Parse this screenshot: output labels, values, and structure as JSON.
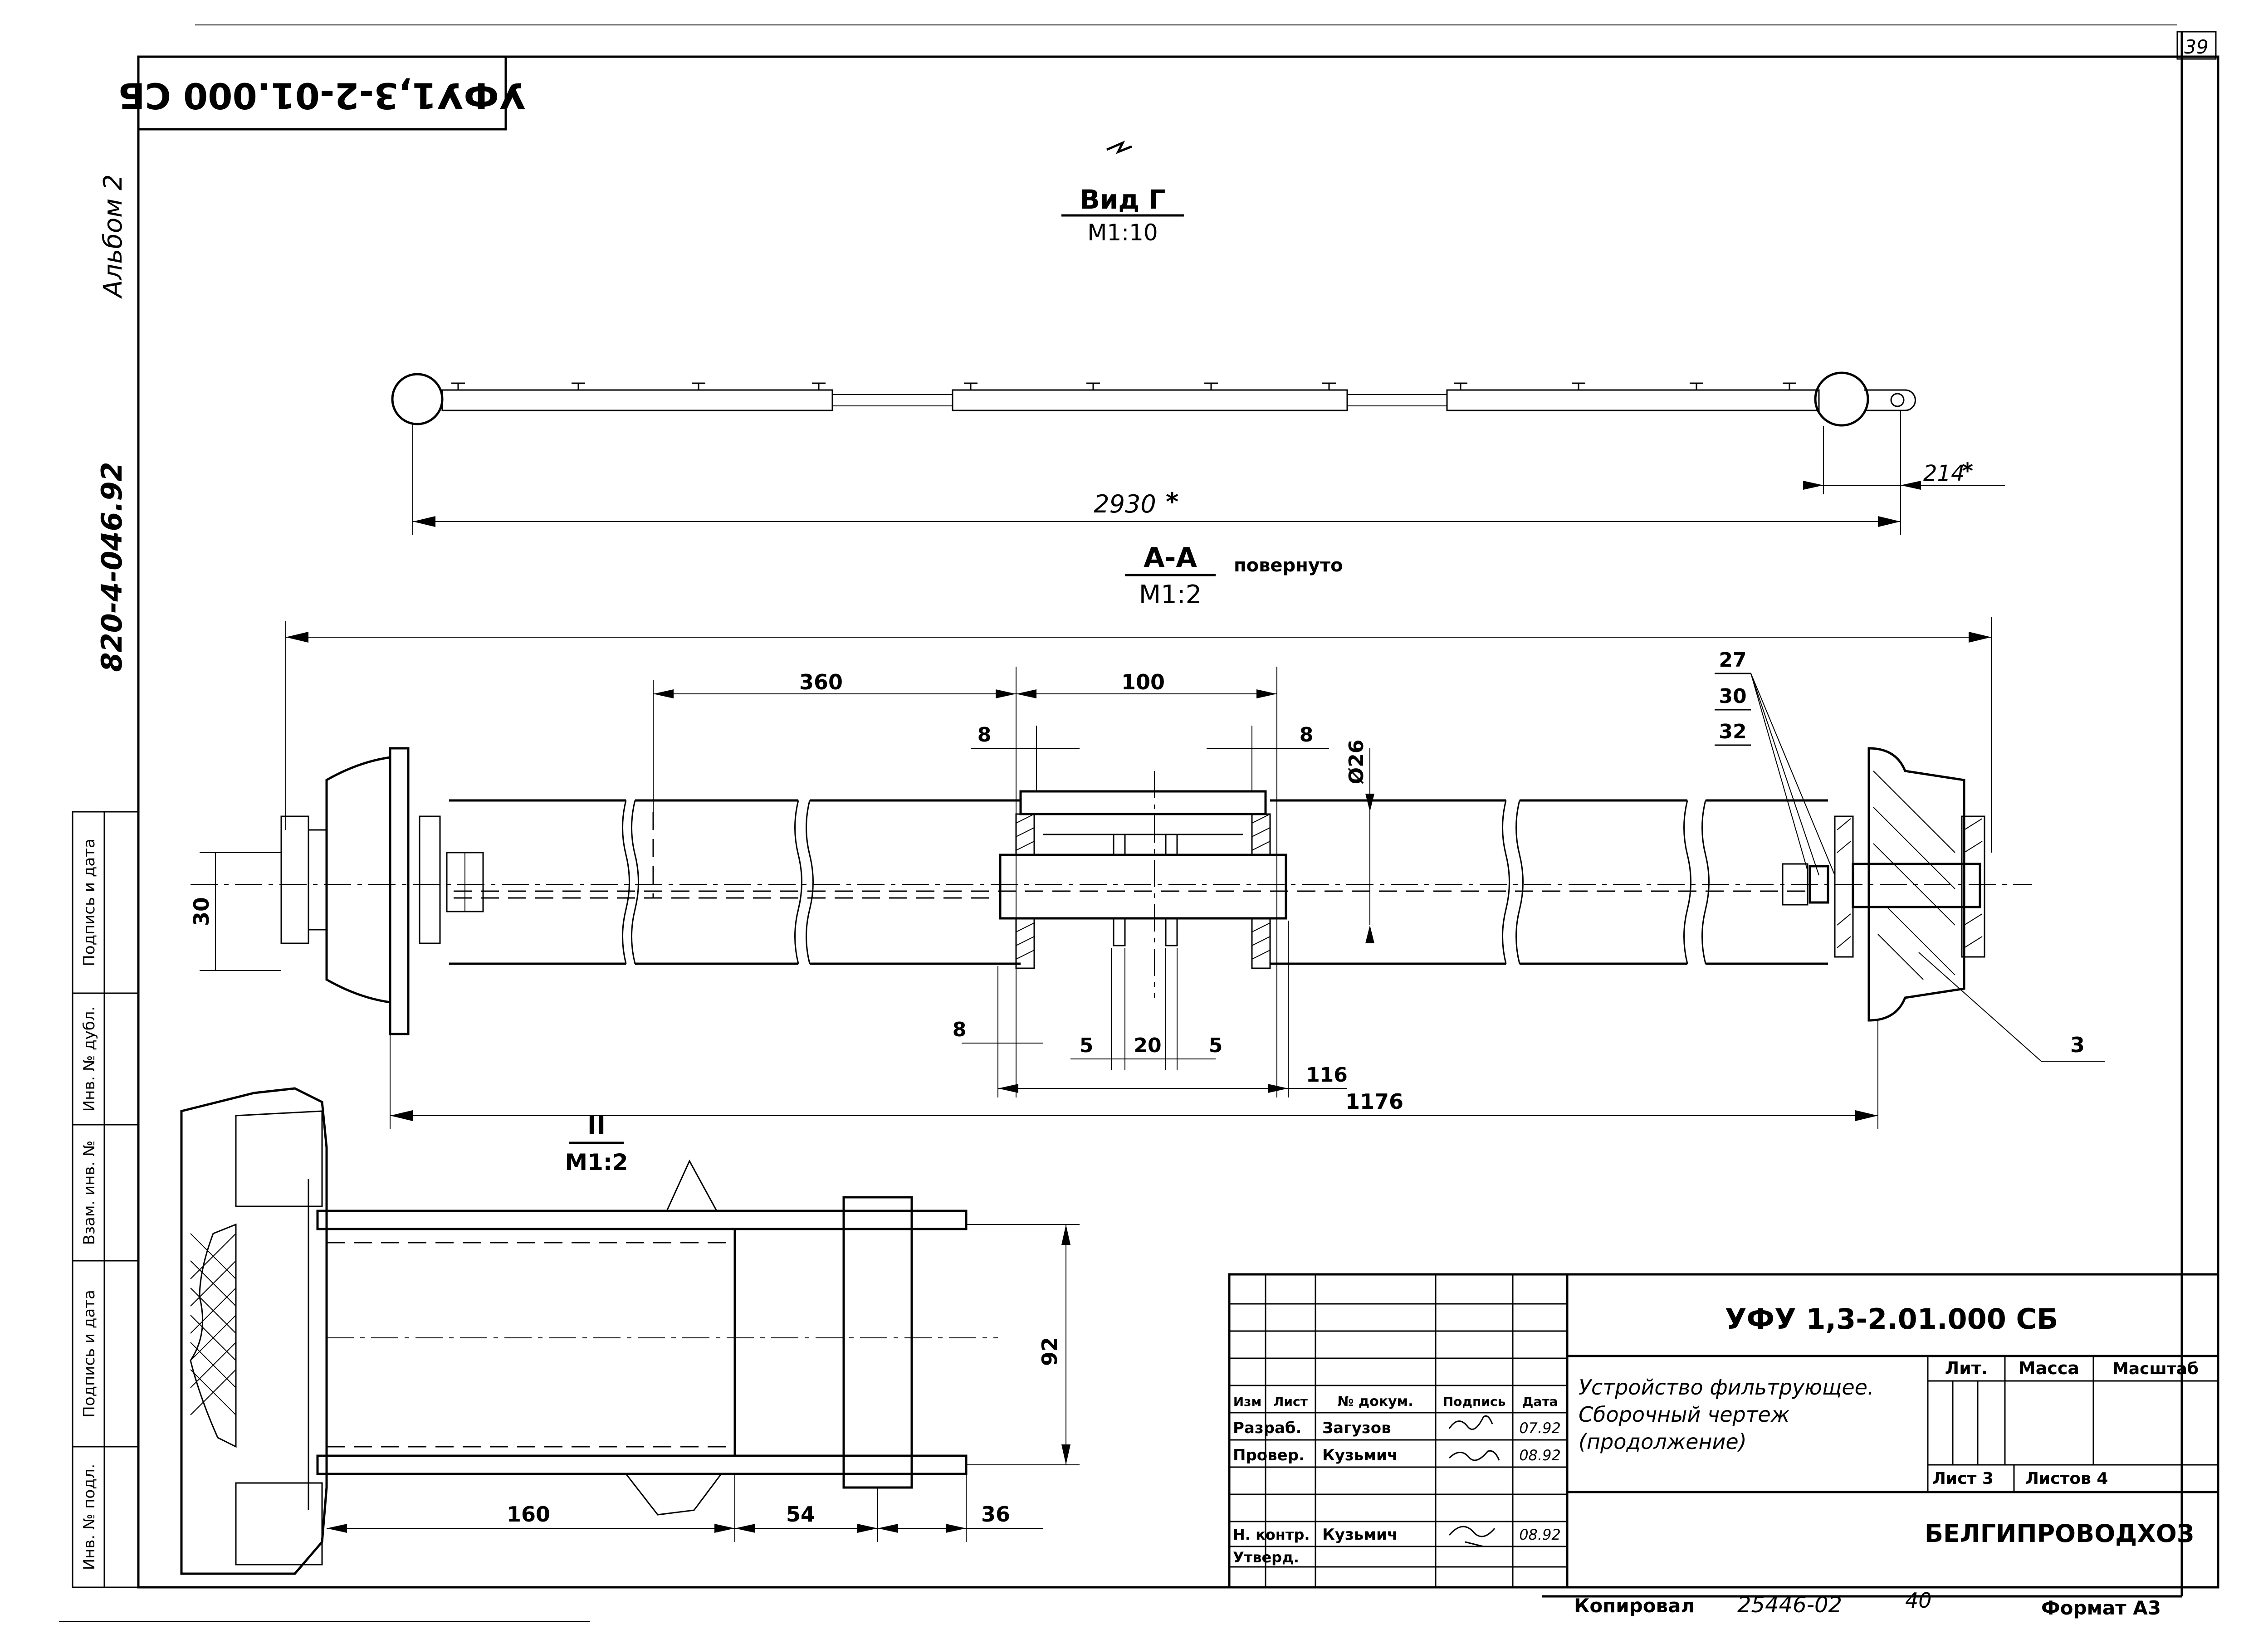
{
  "sheet": {
    "page_number": "39",
    "top_stamp": "УФУ1,3-2-01.000 СБ",
    "album": "Альбом 2",
    "series": "820-4-046.92",
    "side_cells": [
      "Инв. № подл.",
      "Подпись и дата",
      "Взам. инв. №",
      "Инв. № дубл.",
      "Подпись и дата"
    ]
  },
  "views": {
    "view_g": {
      "title": "Вид Г",
      "scale": "М1:10",
      "dim_total": "2930",
      "dim_total_mark": "*",
      "dim_end": "214",
      "dim_end_mark": "*"
    },
    "section_aa": {
      "title": "А-А",
      "scale": "М1:2",
      "note": "повернуто",
      "dims": {
        "d360": "360",
        "d100": "100",
        "d8_top_left": "8",
        "d8_top_right": "8",
        "dia26": "Ø26",
        "d30": "30",
        "d8_bottom": "8",
        "d5_left": "5",
        "d20": "20",
        "d5_right": "5",
        "d116": "116",
        "d1176": "1176"
      },
      "callouts": [
        "27",
        "30",
        "32"
      ],
      "callout_3": "3"
    },
    "view_ii": {
      "title": "II",
      "scale": "М1:2",
      "dims": {
        "d92": "92",
        "d160": "160",
        "d54": "54",
        "d36": "36"
      }
    }
  },
  "title_block": {
    "designation": "УФУ 1,3-2.01.000 СБ",
    "name_lines": [
      "Устройство фильтрующее.",
      "Сборочный чертеж",
      "(продолжение)"
    ],
    "headers": {
      "izm": "Изм",
      "list": "Лист",
      "doc": "№ докум.",
      "sign": "Подпись",
      "date": "Дата"
    },
    "rows": [
      {
        "role": "Разраб.",
        "name": "Загузов",
        "date": "07.92"
      },
      {
        "role": "Провер.",
        "name": "Кузьмич",
        "date": "08.92"
      },
      {
        "role": "Н. контр.",
        "name": "Кузьмич",
        "date": "08.92"
      },
      {
        "role": "Утверд.",
        "name": "",
        "date": ""
      }
    ],
    "lit_label": "Лит.",
    "mass_label": "Масса",
    "scale_label": "Масштаб",
    "sheet_label": "Лист 3",
    "sheets_label": "Листов 4",
    "organization": "БЕЛГИПРОВОДХОЗ"
  },
  "footer": {
    "copied_label": "Копировал",
    "copied_number": "25446-02",
    "copied_page": "40",
    "format": "Формат А3"
  }
}
